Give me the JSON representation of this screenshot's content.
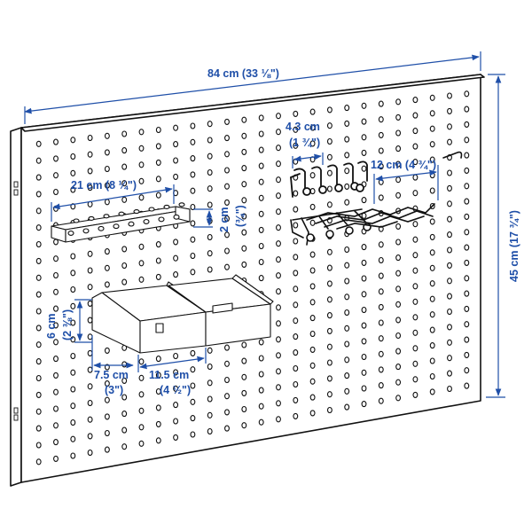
{
  "dimensions": {
    "board_width": "84 cm (33 ⅛\")",
    "board_height": "45 cm (17 ¾\")",
    "rail_length": "21 cm (8 ¼\")",
    "rail_height_cm": "2 cm",
    "rail_height_in": "(¾\")",
    "hook_spacing_cm": "4.3 cm",
    "hook_spacing_in": "(1 ¾\")",
    "hook_length": "12 cm (4 ¾\")",
    "box_height_cm": "6 cm",
    "box_height_in": "(2 ⅜\")",
    "box_depth_cm": "7.5 cm",
    "box_depth_in": "(3\")",
    "box_width_cm": "11.5 cm",
    "box_width_in": "(4 ½\")"
  },
  "colors": {
    "dimension": "#1f4fa8",
    "outline": "#111111"
  }
}
